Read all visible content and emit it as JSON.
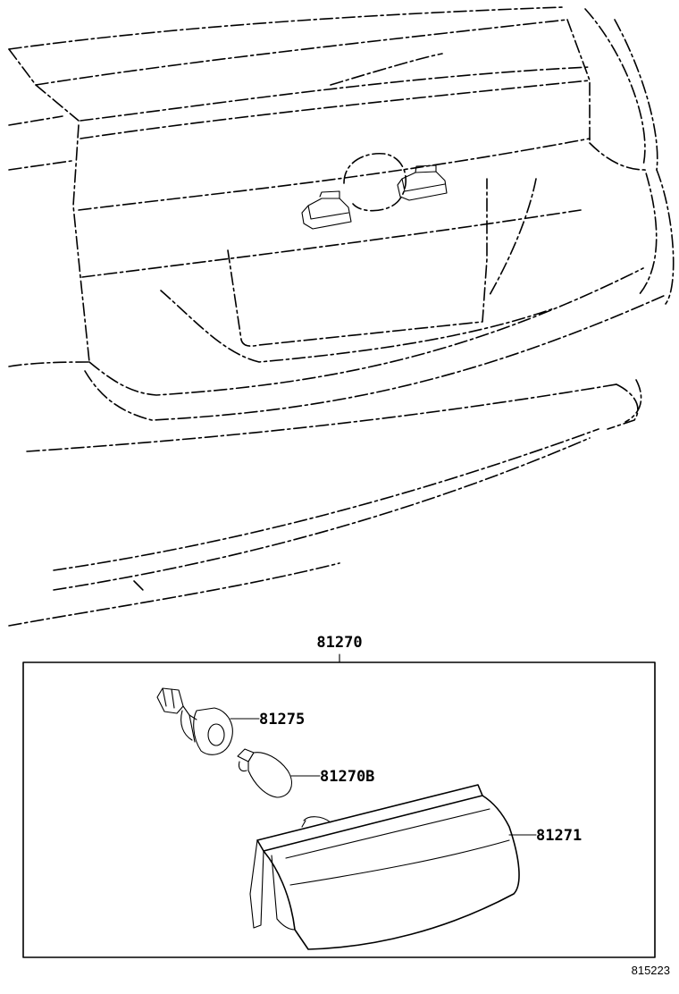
{
  "parts": {
    "assembly": "81270",
    "socket": "81275",
    "bulb": "81270B",
    "lens": "81271"
  },
  "illustration_code": "815223"
}
